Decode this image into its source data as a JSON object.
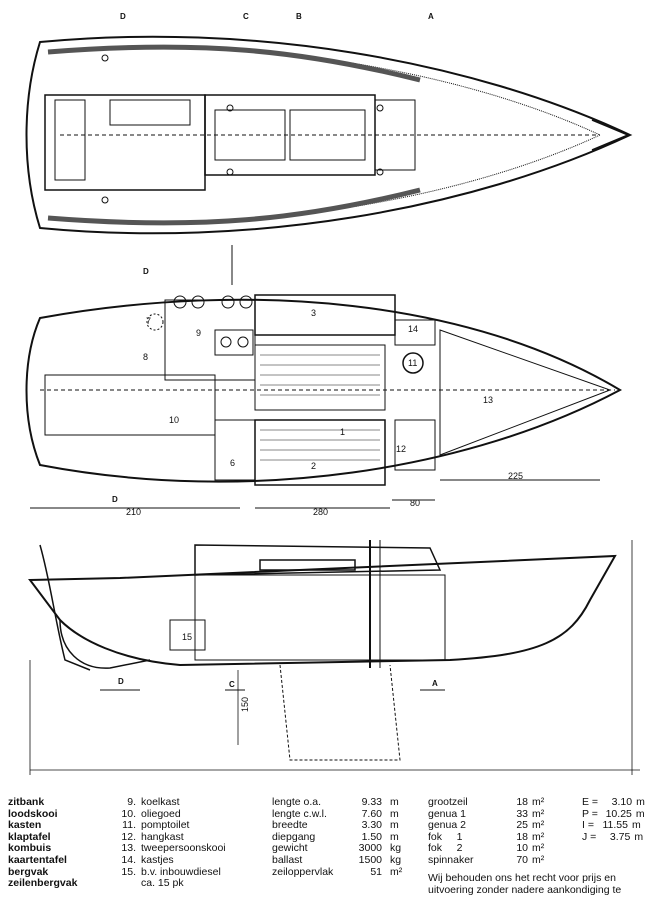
{
  "drawing": {
    "section_markers_top": [
      "D",
      "C",
      "B",
      "A"
    ],
    "section_marker_mid": "D",
    "section_marker_lower": "D",
    "section_markers_side": [
      "D",
      "C",
      "A"
    ],
    "dimensions": {
      "d1": "210",
      "d2": "280",
      "d3": "80",
      "d4": "225",
      "d5": "150"
    },
    "interior_numbers": [
      "7",
      "9",
      "8",
      "3",
      "14",
      "11",
      "13",
      "1",
      "10",
      "12",
      "6",
      "2"
    ],
    "engine_number": "15"
  },
  "legend": {
    "rooms": [
      "zitbank",
      "loodskooi",
      "kasten",
      "klaptafel",
      "kombuis",
      "kaartentafel",
      "bergvak",
      "zeilenbergvak"
    ],
    "numbered": [
      {
        "num": "9.",
        "label": "koelkast"
      },
      {
        "num": "10.",
        "label": "oliegoed"
      },
      {
        "num": "11.",
        "label": "pomptoilet"
      },
      {
        "num": "12.",
        "label": "hangkast"
      },
      {
        "num": "13.",
        "label": "tweepersoonskooi"
      },
      {
        "num": "14.",
        "label": "kastjes"
      },
      {
        "num": "15.",
        "label": "b.v. inbouwdiesel"
      },
      {
        "num": "",
        "label": "ca. 15 pk"
      }
    ],
    "specs": [
      {
        "label": "lengte o.a.",
        "value": "9.33",
        "unit": "m"
      },
      {
        "label": "lengte c.w.l.",
        "value": "7.60",
        "unit": "m"
      },
      {
        "label": "breedte",
        "value": "3.30",
        "unit": "m"
      },
      {
        "label": "diepgang",
        "value": "1.50",
        "unit": "m"
      },
      {
        "label": "gewicht",
        "value": "3000",
        "unit": "kg"
      },
      {
        "label": "ballast",
        "value": "1500",
        "unit": "kg"
      },
      {
        "label": "zeiloppervlak",
        "value": "51",
        "unit": "m²"
      }
    ],
    "sails": [
      {
        "label": "grootzeil",
        "value": "18",
        "unit": "m²"
      },
      {
        "label": "genua 1",
        "value": "33",
        "unit": "m²"
      },
      {
        "label": "genua 2",
        "value": "25",
        "unit": "m²"
      },
      {
        "label": "fok     1",
        "value": "18",
        "unit": "m²"
      },
      {
        "label": "fok     2",
        "value": "10",
        "unit": "m²"
      },
      {
        "label": "spinnaker",
        "value": "70",
        "unit": "m²"
      }
    ],
    "rig": [
      {
        "label": "E =",
        "value": "3.10",
        "unit": "m"
      },
      {
        "label": "P =",
        "value": "10.25",
        "unit": "m"
      },
      {
        "label": "I =",
        "value": "11.55",
        "unit": "m"
      },
      {
        "label": "J =",
        "value": "3.75",
        "unit": "m"
      }
    ],
    "note_lines": [
      "Wij behouden ons het recht voor prijs en",
      "uitvoering zonder nadere aankondiging te"
    ]
  }
}
